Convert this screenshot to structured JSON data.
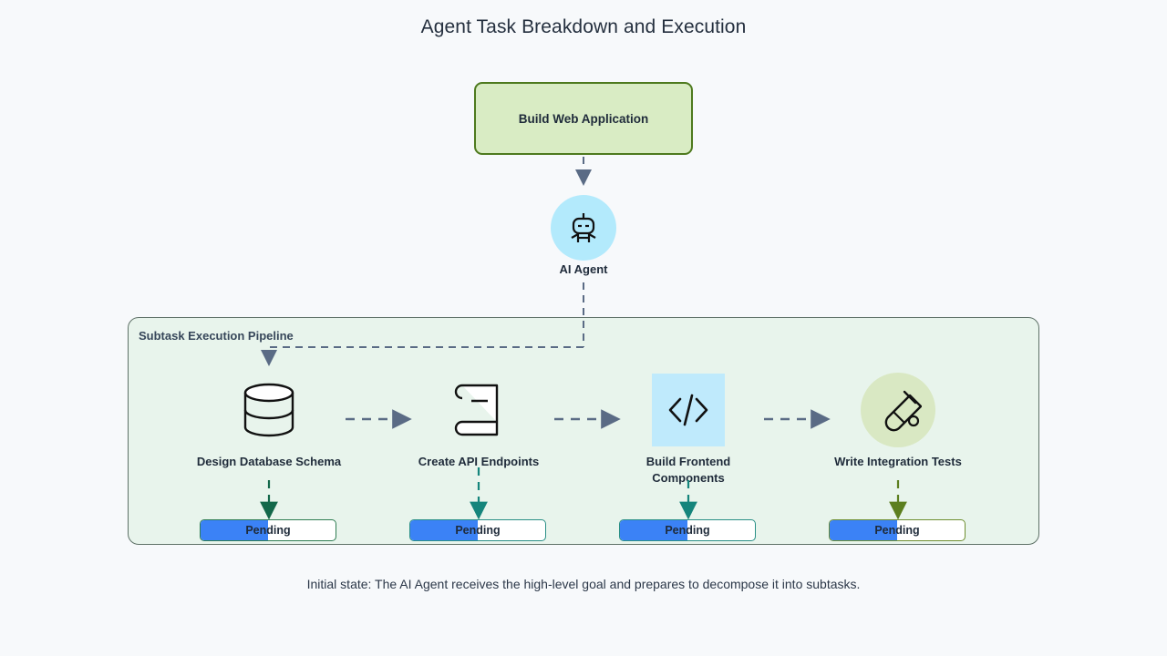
{
  "page": {
    "title": "Agent Task Breakdown and Execution",
    "caption": "Initial state: The AI Agent receives the high-level goal and prepares to decompose it into subtasks.",
    "background": "#f7f9fb"
  },
  "goal_node": {
    "label": "Build Web Application",
    "fill": "#d9ecc4",
    "border": "#4e7a1e"
  },
  "agent": {
    "label": "AI Agent",
    "icon": "robot-icon",
    "fill": "#b3eafc"
  },
  "pipeline": {
    "label": "Subtask Execution Pipeline",
    "fill": "#e8f4ec",
    "border": "#5e7167"
  },
  "connectors": {
    "goal_to_agent": "dashed-arrow-down",
    "agent_to_pipeline": "dashed-line-down",
    "pipeline_branch": "dashed-elbow-arrow",
    "between_tasks": "dashed-arrow-right",
    "task_to_status": "dashed-arrow-down",
    "color": "#5a6b85"
  },
  "tasks": [
    {
      "label": "Design Database Schema",
      "icon": "database-icon",
      "icon_bg": "none",
      "status": "Pending",
      "progress": 50,
      "progress_color": "#3b82f6",
      "border": "#2f7d52",
      "arrow_color": "#13684a"
    },
    {
      "label": "Create API Endpoints",
      "icon": "book-icon",
      "icon_bg": "none",
      "status": "Pending",
      "progress": 50,
      "progress_color": "#3b82f6",
      "border": "#2a8f86",
      "arrow_color": "#15857c"
    },
    {
      "label": "Build Frontend Components",
      "icon": "code-icon",
      "icon_bg": "#bfeafc",
      "status": "Pending",
      "progress": 50,
      "progress_color": "#3b82f6",
      "border": "#2a8f86",
      "arrow_color": "#15857c"
    },
    {
      "label": "Write Integration Tests",
      "icon": "test-tube-icon",
      "icon_bg": "#d9e8c3",
      "status": "Pending",
      "progress": 50,
      "progress_color": "#3b82f6",
      "border": "#6f8f31",
      "arrow_color": "#5c7f1f"
    }
  ]
}
